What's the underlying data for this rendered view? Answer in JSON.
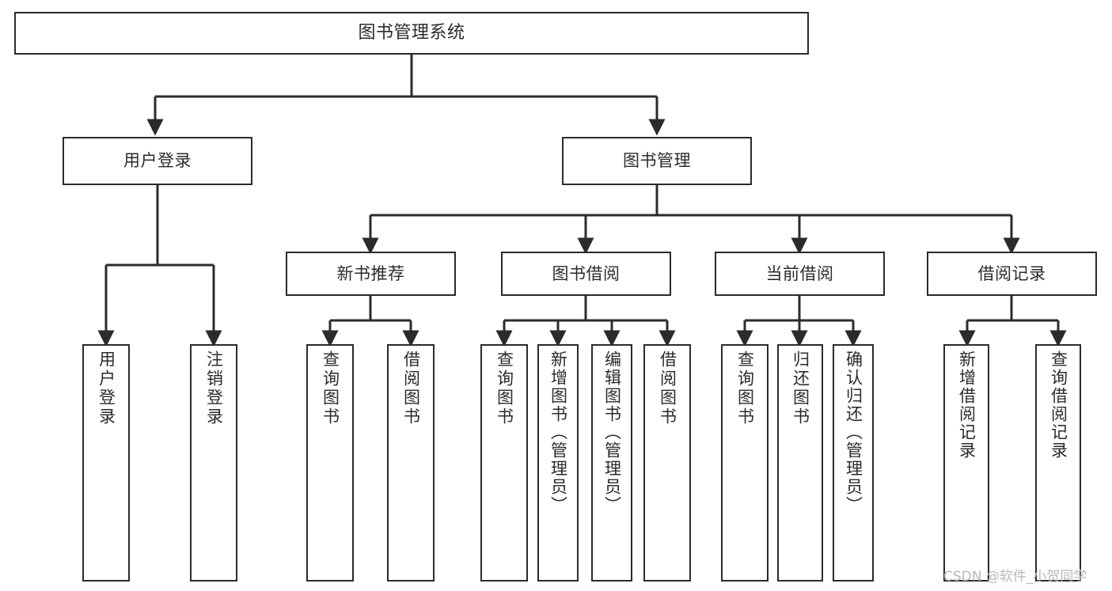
{
  "diagram": {
    "title": "图书管理系统",
    "type": "tree",
    "orientation": "top-down",
    "colors": {
      "background": "#ffffff",
      "node_border": "#2b2b2b",
      "node_fill": "#ffffff",
      "edge": "#2b2b2b",
      "text": "#2b2b2b",
      "watermark": "#b8b8b8"
    },
    "nodes": {
      "root": {
        "label": "图书管理系统"
      },
      "level2": [
        {
          "id": "user-login",
          "label": "用户登录"
        },
        {
          "id": "book-manage",
          "label": "图书管理"
        }
      ],
      "level3": [
        {
          "id": "new-book-recommend",
          "label": "新书推荐"
        },
        {
          "id": "book-borrow",
          "label": "图书借阅"
        },
        {
          "id": "current-borrow",
          "label": "当前借阅"
        },
        {
          "id": "borrow-record",
          "label": "借阅记录"
        }
      ],
      "leaves": {
        "user_login": [
          {
            "id": "leaf-user-login",
            "label": "用户登录"
          },
          {
            "id": "leaf-logout-login",
            "label": "注销登录"
          }
        ],
        "new_book_recommend": [
          {
            "id": "leaf-query-book-1",
            "label": "查询图书"
          },
          {
            "id": "leaf-borrow-book-1",
            "label": "借阅图书"
          }
        ],
        "book_borrow": [
          {
            "id": "leaf-query-book-2",
            "label": "查询图书"
          },
          {
            "id": "leaf-add-book",
            "label": "新增图书（管理员）"
          },
          {
            "id": "leaf-edit-book",
            "label": "编辑图书（管理员）"
          },
          {
            "id": "leaf-borrow-book-2",
            "label": "借阅图书"
          }
        ],
        "current_borrow": [
          {
            "id": "leaf-query-book-3",
            "label": "查询图书"
          },
          {
            "id": "leaf-return-book",
            "label": "归还图书"
          },
          {
            "id": "leaf-confirm-return",
            "label": "确认归还（管理员）"
          }
        ],
        "borrow_record": [
          {
            "id": "leaf-add-record",
            "label": "新增借阅记录"
          },
          {
            "id": "leaf-query-record",
            "label": "查询借阅记录"
          }
        ]
      }
    },
    "watermark": "CSDN @软件_小贺同学"
  }
}
